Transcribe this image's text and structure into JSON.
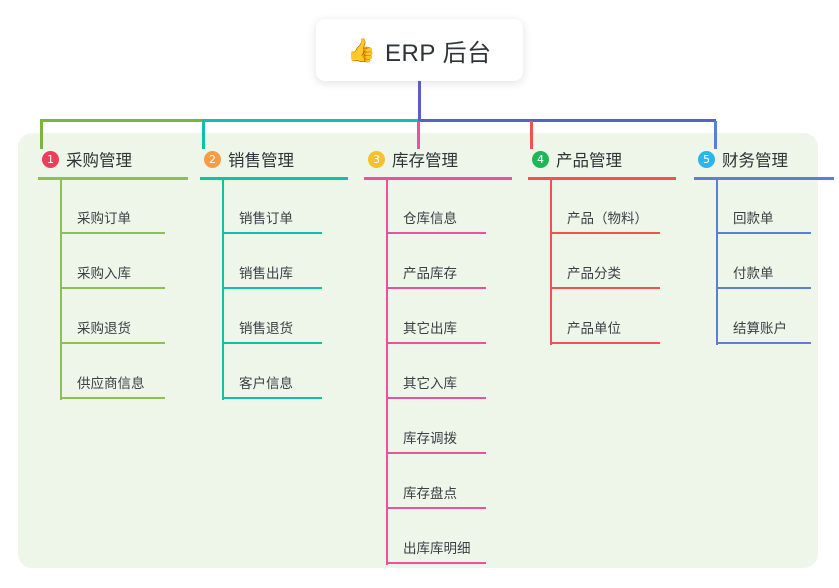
{
  "root": {
    "icon": "thumbs-up-icon",
    "icon_glyph": "👍",
    "title": "ERP 后台"
  },
  "colors": {
    "panel_background": "#eef6e9",
    "page_background": "#ffffff",
    "trunk": "#5a5fc8",
    "green": "#7cb342",
    "teal": "#13bfa6",
    "pink": "#e8539e",
    "red": "#ef5350",
    "blue": "#5b7fd4"
  },
  "connector": {
    "segments": [
      {
        "name": "segment-green",
        "color": "#7cb342"
      },
      {
        "name": "segment-teal",
        "color": "#13bfa6"
      },
      {
        "name": "segment-blue",
        "color": "#5a5fc8"
      }
    ],
    "drops": [
      "#7cb342",
      "#13bfa6",
      "#e8539e",
      "#ef5350",
      "#5b7fd4"
    ]
  },
  "columns": [
    {
      "index": "1",
      "badge_color": "#ef3e5c",
      "line_color": "#8cc152",
      "title": "采购管理",
      "items": [
        "采购订单",
        "采购入库",
        "采购退货",
        "供应商信息"
      ]
    },
    {
      "index": "2",
      "badge_color": "#f79c42",
      "line_color": "#13bfa6",
      "title": "销售管理",
      "items": [
        "销售订单",
        "销售出库",
        "销售退货",
        "客户信息"
      ]
    },
    {
      "index": "3",
      "badge_color": "#f5c132",
      "line_color": "#e8539e",
      "title": "库存管理",
      "items": [
        "仓库信息",
        "产品库存",
        "其它出库",
        "其它入库",
        "库存调拨",
        "库存盘点",
        "出库库明细"
      ]
    },
    {
      "index": "4",
      "badge_color": "#1fb65a",
      "line_color": "#ef5350",
      "title": "产品管理",
      "items": [
        "产品（物料）",
        "产品分类",
        "产品单位"
      ]
    },
    {
      "index": "5",
      "badge_color": "#29b6e8",
      "line_color": "#5b7fd4",
      "title": "财务管理",
      "items": [
        "回款单",
        "付款单",
        "结算账户"
      ]
    }
  ]
}
